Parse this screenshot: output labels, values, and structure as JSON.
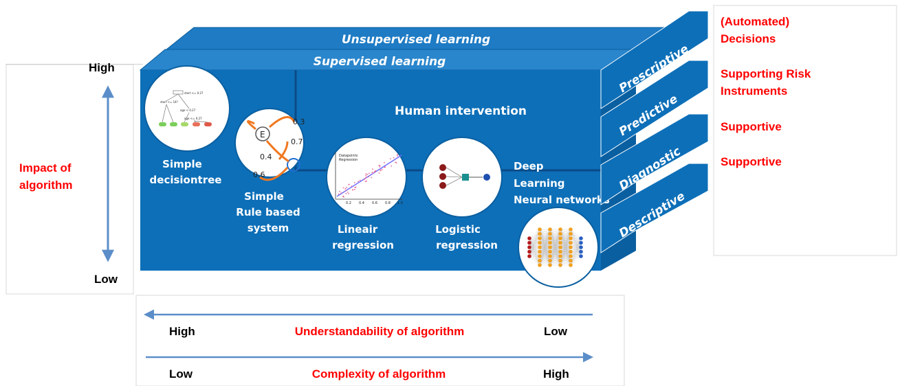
{
  "impact_axis": {
    "high": "High",
    "low": "Low",
    "label_line1": "Impact of",
    "label_line2": "algorithm"
  },
  "layers": {
    "unsupervised": "Unsupervised learning",
    "supervised": "Supervised learning"
  },
  "human_intervention": "Human intervention",
  "algorithms": {
    "decision_tree": [
      "Simple",
      "decisiontree"
    ],
    "rule_based": [
      "Simple",
      "Rule based",
      "system"
    ],
    "linear": [
      "Lineair",
      "regression"
    ],
    "logistic": [
      "Logistic",
      "regression"
    ],
    "deep": [
      "Deep",
      "Learning",
      "Neural networks"
    ]
  },
  "analytics_levels": [
    "Prescriptive",
    "Predictive",
    "Diagnostic",
    "Descriptive"
  ],
  "outcomes": {
    "automated": [
      "(Automated)",
      "Decisions"
    ],
    "risk": [
      "Supporting Risk",
      "Instruments"
    ],
    "supportive_1": "Supportive",
    "supportive_2": "Supportive"
  },
  "bottom": {
    "understand_left": "High",
    "understand_label": "Understandability  of algorithm",
    "understand_right": "Low",
    "complex_left": "Low",
    "complex_label": "Complexity  of algorithm",
    "complex_right": "High"
  },
  "thumbnails": {
    "tree_nodes": [
      "start <= 0.27",
      "start <= 14?",
      "age < 0.27",
      "age <= 0.27"
    ],
    "markov_state": "E",
    "markov_probs": [
      "0.3",
      "0.7",
      "0.4",
      "0.6"
    ],
    "regression_legend": [
      "Datapoints",
      "Regression"
    ],
    "regression_ticks": [
      "0.2",
      "0.4",
      "0.6",
      "0.8",
      "1.0"
    ]
  },
  "colors": {
    "box_blue": "#0d6fb8",
    "box_top": "#3a8fd0",
    "red_text": "#ff0000",
    "arrow_blue": "#5b8ec9"
  }
}
